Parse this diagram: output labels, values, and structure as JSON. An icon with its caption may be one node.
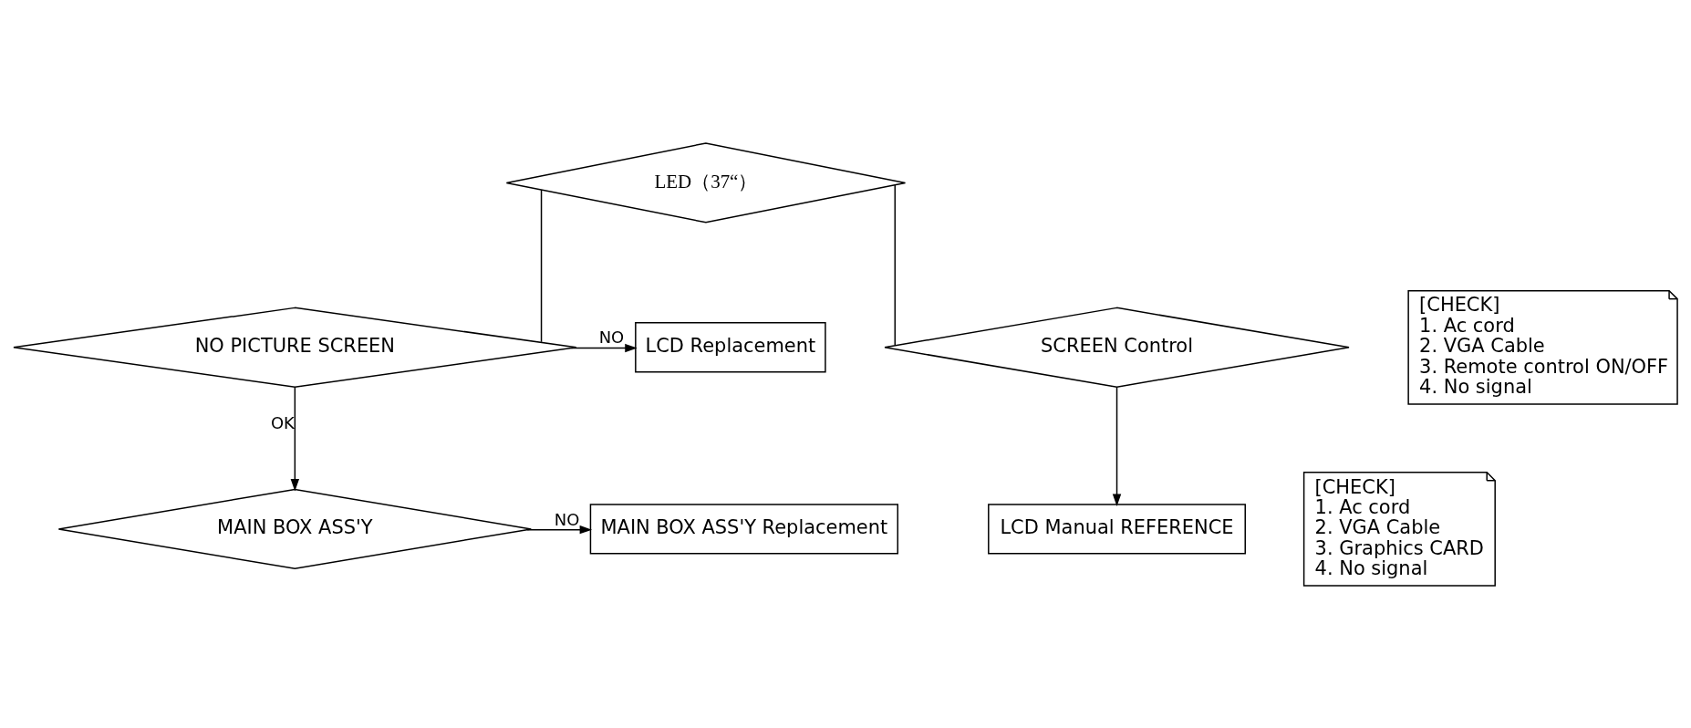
{
  "diagram": {
    "nodes": [
      {
        "text": [
          "LED（37“）"
        ]
      },
      {
        "text": [
          "NO PICTURE SCREEN"
        ]
      },
      {
        "text": [
          "LCD Replacement"
        ]
      },
      {
        "text": [
          "[CHECK]",
          "1. Ac cord",
          "2. VGA Cable",
          "3. Remote control ON/OFF",
          "4. No signal"
        ]
      },
      {
        "text": [
          "MAIN BOX ASS'Y"
        ]
      },
      {
        "text": [
          "MAIN BOX ASS'Y Replacement"
        ]
      },
      {
        "text": [
          "[CHECK]",
          "1. Ac cord",
          "2. VGA Cable",
          "3. Graphics CARD",
          "4. No signal"
        ]
      },
      {
        "text": [
          "SCREEN Control"
        ]
      },
      {
        "text": [
          "LCD Manual REFERENCE"
        ]
      }
    ],
    "edges": [
      {
        "from": 0,
        "to": 1,
        "arrow": "none"
      },
      {
        "from": 0,
        "to": 7,
        "arrow": "none"
      },
      {
        "from": 1,
        "to": 2,
        "arrow": "to",
        "label": "NO"
      },
      {
        "from": 1,
        "to": 4,
        "arrow": "to",
        "label": "OK"
      },
      {
        "from": 4,
        "to": 5,
        "arrow": "to",
        "label": "NO"
      },
      {
        "from": 7,
        "to": 8,
        "arrow": "to"
      }
    ]
  }
}
